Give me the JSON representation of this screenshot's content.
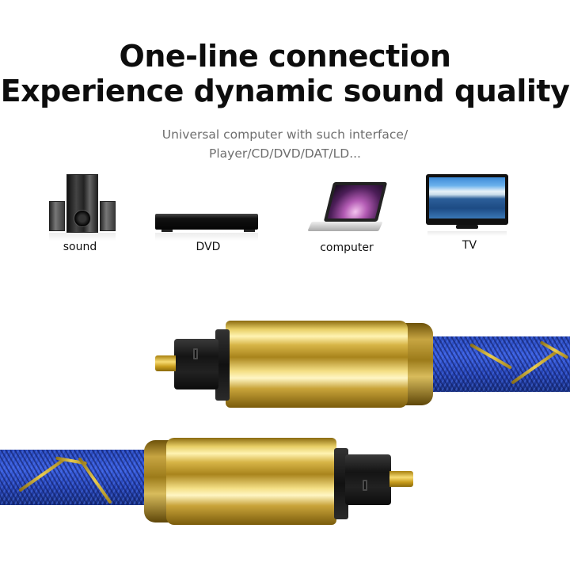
{
  "headline": {
    "line1": "One-line connection",
    "line2": "Experience dynamic sound quality"
  },
  "subtitle": {
    "line1": "Universal computer with such interface/",
    "line2": "Player/CD/DVD/DAT/LD..."
  },
  "devices": [
    {
      "label": "sound",
      "icon": "speaker-system-icon"
    },
    {
      "label": "DVD",
      "icon": "dvd-player-icon"
    },
    {
      "label": "computer",
      "icon": "laptop-icon"
    },
    {
      "label": "TV",
      "icon": "tv-icon"
    }
  ],
  "product": {
    "description": "Optical audio cable with gold-plated connectors and blue braided jacket",
    "colors": {
      "jacket": "#2c4fd0",
      "stripe": "#e8c63c",
      "connector_gold": "#d9b64a",
      "plug": "#1a1a1a"
    }
  }
}
